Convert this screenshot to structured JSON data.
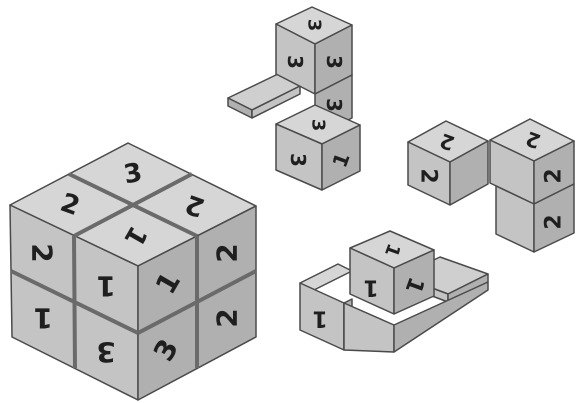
{
  "colors": {
    "top_face": "#d6d6d6",
    "left_face": "#c4c4c4",
    "right_face": "#b0b0b0",
    "edge": "#4a4a4a",
    "seam": "#6a6a6a",
    "label": "#1f1f1f",
    "tab": "#cfcfcf"
  },
  "pieces": [
    {
      "name": "large-assembled-cube",
      "labels": {
        "top_back": "3",
        "top_left": "2",
        "top_right": "2",
        "top_front": "1",
        "left_top_left": "2",
        "left_top_right": "1",
        "left_bottom_left": "1",
        "left_bottom_right": "3",
        "right_top_left": "1",
        "right_top_right": "2",
        "right_bottom_left": "3",
        "right_bottom_right": "2"
      }
    },
    {
      "name": "tower-piece",
      "labels": {
        "top_cube_top": "3",
        "top_cube_left": "3",
        "top_cube_right": "3",
        "middle_cube_right": "3",
        "bottom_cube_top": "3",
        "bottom_cube_left": "3",
        "bottom_cube_right": "1"
      }
    },
    {
      "name": "l-piece-right",
      "labels": {
        "left_cube_top": "2",
        "left_cube_left": "2",
        "right_cube_top": "2",
        "right_cube_right": "2",
        "lower_cube_right": "2"
      }
    },
    {
      "name": "flat-piece-bottom",
      "labels": {
        "left_cube_left": "1",
        "right_cube_top": "1",
        "right_cube_left": "1",
        "right_cube_right": "1"
      }
    }
  ]
}
